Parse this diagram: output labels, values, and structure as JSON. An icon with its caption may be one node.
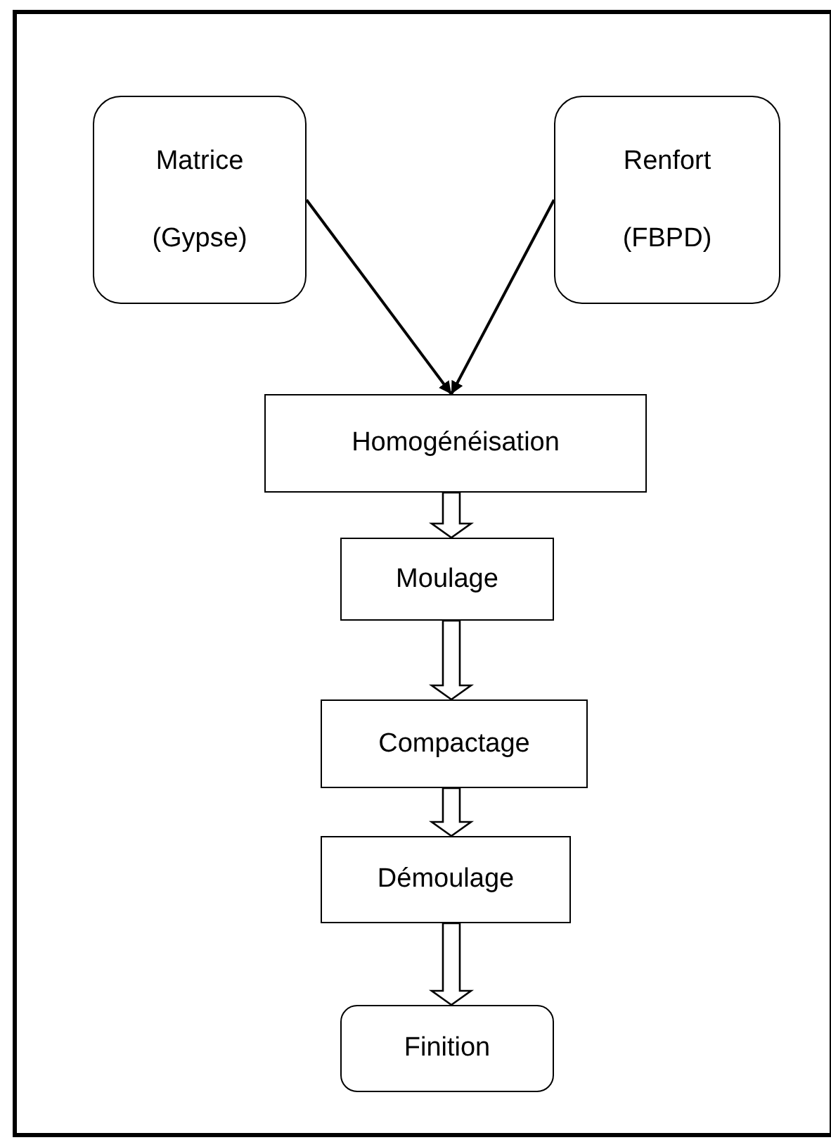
{
  "diagram": {
    "nodes": [
      {
        "text": [
          "Matrice",
          "(Gypse)"
        ]
      },
      {
        "text": [
          "Renfort",
          "(FBPD)"
        ]
      },
      {
        "text": [
          "Homogénéisation"
        ]
      },
      {
        "text": [
          "Moulage"
        ]
      },
      {
        "text": [
          "Compactage"
        ]
      },
      {
        "text": [
          "Démoulage"
        ]
      },
      {
        "text": [
          "Finition"
        ]
      }
    ],
    "edges": [
      {
        "from": 0,
        "to": 2,
        "arrow": "to"
      },
      {
        "from": 1,
        "to": 2,
        "arrow": "to"
      },
      {
        "from": 2,
        "to": 3,
        "arrow": "to",
        "style": "thick"
      },
      {
        "from": 3,
        "to": 4,
        "arrow": "to",
        "style": "thick"
      },
      {
        "from": 4,
        "to": 5,
        "arrow": "to",
        "style": "thick"
      },
      {
        "from": 5,
        "to": 6,
        "arrow": "to",
        "style": "thick"
      }
    ]
  }
}
